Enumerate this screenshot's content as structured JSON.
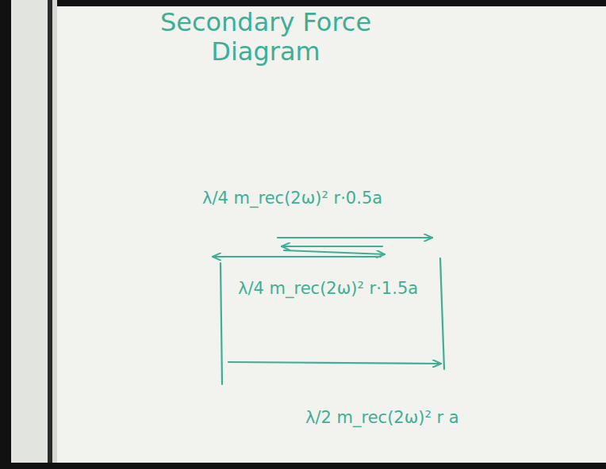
{
  "diagram": {
    "title": "Secondary Force Diagram",
    "labels": [
      "λ/4 m_rec(2ω)² r·0.5a",
      "λ/4 m_rec(2ω)² r·1.5a",
      "λ/2 m_rec(2ω)² r a"
    ]
  }
}
